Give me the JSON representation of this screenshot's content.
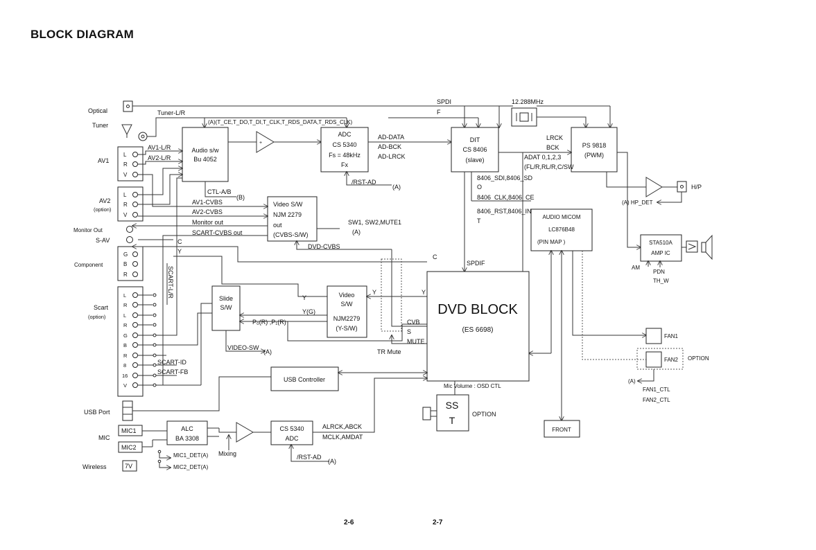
{
  "title": "BLOCK DIAGRAM",
  "page_left": "2-6",
  "page_right": "2-7",
  "inputs": {
    "optical": "Optical",
    "tuner": "Tuner",
    "tuner_lr": "Tuner-L/R",
    "av1": "AV1",
    "av2": "AV2",
    "av2_sub": "(option)",
    "monitor_out": "Monitor Out",
    "s_av": "S-AV",
    "component": "Component",
    "scart": "Scart",
    "scart_sub": "(option)",
    "usb_port": "USB Port",
    "mic": "MIC",
    "wireless": "Wireless",
    "wireless_box": "7V",
    "mic1": "MIC1",
    "mic2": "MIC2"
  },
  "jack_letters": {
    "av1": [
      "L",
      "R",
      "V"
    ],
    "av2": [
      "L",
      "R",
      "V"
    ],
    "component": [
      "G",
      "B",
      "R"
    ],
    "scart": [
      "L",
      "R",
      "L",
      "R",
      "G",
      "B",
      "R",
      "8",
      "16",
      "V"
    ]
  },
  "blocks": {
    "audio_sw": [
      "Audio s/w",
      "Bu 4052"
    ],
    "adc": [
      "ADC",
      "CS 5340",
      "Fs = 48kHz",
      "Fx"
    ],
    "dit": [
      "DIT",
      "CS 8406",
      "(slave)"
    ],
    "ps": [
      "PS 9818",
      "(PWM)"
    ],
    "video_sw": [
      "Video S/W",
      "NJM 2279",
      "out",
      "(CVBS-S/W)"
    ],
    "slide_sw": [
      "Slide",
      "S/W"
    ],
    "video_sw2": [
      "Video",
      "S/W",
      "NJM2279",
      "(Y-S/W)"
    ],
    "dvd_block": "DVD BLOCK",
    "dvd_block_sub": "(ES 6698)",
    "audio_micom": [
      "AUDIO MICOM",
      "LC876B48",
      "(PIN MAP        )"
    ],
    "sta": [
      "STA510A",
      "AMP IC"
    ],
    "usb_controller": "USB Controller",
    "alc": [
      "ALC",
      "BA 3308"
    ],
    "cs5340": [
      "CS 5340",
      "ADC"
    ],
    "sst": [
      "SS",
      "T"
    ],
    "front": "FRONT",
    "fan1": "FAN1",
    "fan2": "FAN2",
    "crystal": "12.288MHz"
  },
  "labels": {
    "spdif_top_1": "SPDI",
    "spdif_top_2": "F",
    "tuner_ctrl": "(A)(T_CE,T_DO,T_DI,T_CLK,T_RDS_DATA,T_RDS_CLK)",
    "av1_lr": "AV1-L/R",
    "av2_lr": "AV2-L/R",
    "ad_data": "AD-DATA",
    "ad_bck": "AD-BCK",
    "ad_lrck": "AD-LRCK",
    "lrck": "LRCK",
    "bck": "BCK",
    "adat": "ADAT 0,1,2,3",
    "fl": "(FL/R,RL/R,C/SW",
    "rst_ad": "/RST-AD",
    "a1": "(A)",
    "sdi_1": "8406_SDI,8406_SD",
    "sdi_2": "O",
    "clk_line": "8406_CLK,8406_CE",
    "rst_1": "8406_RST,8406_IN",
    "rst_2": "T",
    "hp_det": "(A) HP_DET",
    "hp": "H/P",
    "ctl_ab": "CTL-A/B",
    "b": "(B)",
    "av1_cvbs": "AV1-CVBS",
    "av2_cvbs": "AV2-CVBS",
    "monitor_out_line": "Monitor out",
    "scart_cvbs_out": "SCART-CVBS out",
    "sw_mute": "SW1, SW2,MUTE1",
    "a2": "(A)",
    "dvd_cvbs": "DVD-CVBS",
    "c_left": "C",
    "y_left": "Y",
    "c_right": "C",
    "spdif": "SPDIF",
    "scart_lr": "SCART-L/R",
    "y_mid": "Y",
    "y_video": "Y",
    "y_right": "Y",
    "yg": "Y(G)",
    "pbpr": "P₀(R) ,P₁(R)",
    "cvb": "CVB",
    "s": "S",
    "mute": "MUTE",
    "video_sw_label": "VIDEO-SW",
    "a3": "(A)",
    "tr_mute": "TR Mute",
    "scart_id": "SCART-ID",
    "scart_fb": "SCART-FB",
    "am": "AM",
    "pdn": "PDN",
    "th_w": "TH_W",
    "option_fan": "OPTION",
    "a_fan": "(A)",
    "fan1_ctl": "FAN1_CTL",
    "fan2_ctl": "FAN2_CTL",
    "mic_volume": "Mic Volume : OSD CTL",
    "option_sst": "OPTION",
    "alrck": "ALRCK,ABCK",
    "mclk": "MCLK,AMDAT",
    "rst_ad2": "/RST-AD",
    "a4": "(A)",
    "mixing": "Mixing",
    "mic1_det": "MIC1_DET(A)",
    "mic2_det": "MIC2_DET(A)"
  }
}
